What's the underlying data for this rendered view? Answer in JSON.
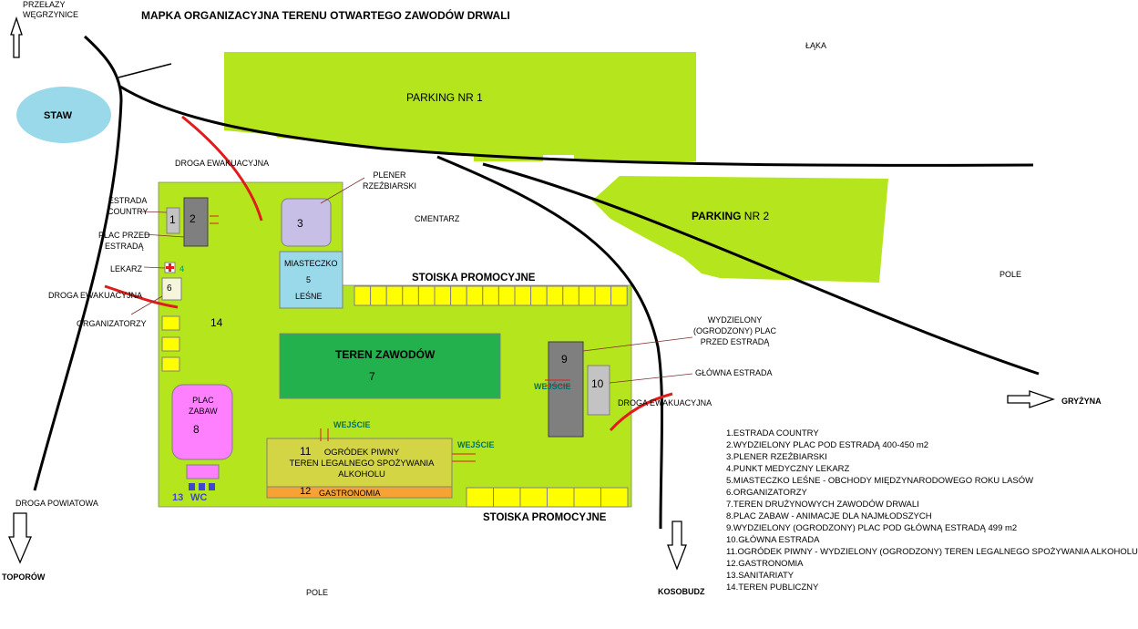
{
  "title": "MAPKA ORGANIZACYJNA TERENU OTWARTEGO ZAWODÓW DRWALI",
  "colors": {
    "grass": "#b5e61d",
    "competition": "#22b14c",
    "zone_pink": "#ff80ff",
    "pond": "#99d9ea",
    "lavender": "#c8bfe7",
    "stand_yellow": "#ffff00",
    "gastro_orange": "#f7a234",
    "beer_garden": "#d4d545",
    "gray": "#7f7f7f",
    "light_gray": "#c3c3c3",
    "road": "#000000",
    "evacuation": "#e01c1c",
    "entrance": "#006f6f",
    "wc": "#3f48cc"
  },
  "places": {
    "przelazy": "PRZEŁAZY\nWĘGRZYNICE",
    "staw": "STAW",
    "laka": "ŁĄKA",
    "parking1": "PARKING  NR 1",
    "parking2_a": "PARKING",
    "parking2_b": "NR 2",
    "cmentarz": "CMENTARZ",
    "pole_right": "POLE",
    "pole_bottom": "POLE",
    "gryzyna": "GRYŻYNA",
    "toporow": "TOPORÓW",
    "kosobudz": "KOSOBUDZ",
    "droga_powiatowa": "DROGA POWIATOWA"
  },
  "labels": {
    "droga_ewak_top": "DROGA EWAKUACYJNA",
    "droga_ewak_left": "DROGA EWAKUACYJNA",
    "droga_ewak_right": "DROGA EWAKUACYJNA",
    "estrada_country": "ESTRADA\nCOUNTRY",
    "plac_przed_estrada": "PLAC PRZED\nESTRADĄ",
    "lekarz": "LEKARZ",
    "organizatorzy": "ORGANIZATORZY",
    "plener": "PLENER\nRZEŹBIARSKI",
    "stoiska_top": "STOISKA PROMOCYJNE",
    "stoiska_bottom": "STOISKA PROMOCYJNE",
    "wydzielony": "WYDZIELONY\n(OGRODZONY) PLAC\nPRZED ESTRADĄ",
    "glowna_estrada": "GŁÓWNA ESTRADA",
    "wejscie_1": "WEJŚCIE",
    "wejscie_2": "WEJŚCIE",
    "wejscie_3": "WEJŚCIE"
  },
  "zones": {
    "n1": "1",
    "n2": "2",
    "n3": "3",
    "n4": "4",
    "miasteczko_a": "MIASTECZKO",
    "n5": "5",
    "lesne": "LEŚNE",
    "n6": "6",
    "teren_zawodow": "TEREN ZAWODÓW",
    "n7": "7",
    "plac_zabaw": "PLAC\nZABAW",
    "n8": "8",
    "n9": "9",
    "n10": "10",
    "n11": "11",
    "ogrodek": "OGRÓDEK PIWNY\nTEREN LEGALNEGO SPOŻYWANIA\nALKOHOLU",
    "n12": "12",
    "gastronomia": "GASTRONOMIA",
    "n13": "13",
    "wc": "WC",
    "n14": "14"
  },
  "legend": [
    "1.ESTRADA COUNTRY",
    "2.WYDZIELONY PLAC POD ESTRADĄ 400-450 m2",
    "3.PLENER RZEŹBIARSKI",
    "4.PUNKT MEDYCZNY LEKARZ",
    "5.MIASTECZKO LEŚNE - OBCHODY MIĘDZYNARODOWEGO ROKU LASÓW",
    "6.ORGANIZATORZY",
    "7.TEREN DRUŻYNOWYCH ZAWODÓW DRWALI",
    "8.PLAC ZABAW - ANIMACJE DLA NAJMŁODSZYCH",
    "9.WYDZIELONY (OGRODZONY) PLAC POD GŁÓWNĄ ESTRADĄ  499 m2",
    "10.GŁÓWNA ESTRADA",
    "11.OGRÓDEK PIWNY - WYDZIELONY (OGRODZONY) TEREN LEGALNEGO SPOŻYWANIA ALKOHOLU",
    "12.GASTRONOMIA",
    "13.SANITARIATY",
    "14.TEREN PUBLICZNY"
  ]
}
